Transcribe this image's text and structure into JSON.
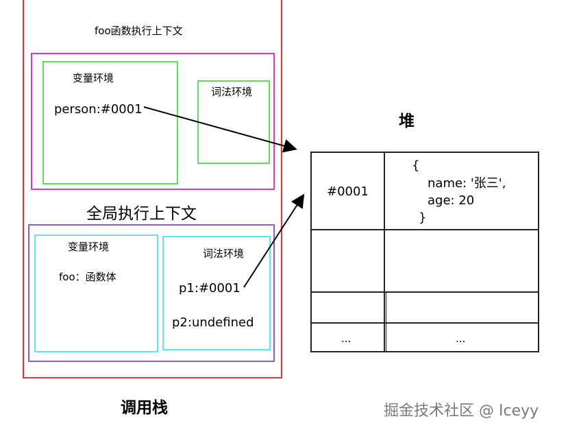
{
  "call_stack": {
    "title": "调用栈",
    "foo_context": {
      "title": "foo函数执行上下文",
      "variable_env": {
        "title": "变量环境",
        "entry": "person:#0001"
      },
      "lexical_env": {
        "title": "词法环境"
      }
    },
    "global_context": {
      "title": "全局执行上下文",
      "variable_env": {
        "title": "变量环境",
        "entry": "foo：函数体"
      },
      "lexical_env": {
        "title": "词法环境",
        "entries": [
          "p1:#0001",
          "p2:undefined"
        ]
      }
    }
  },
  "heap": {
    "title": "堆",
    "rows": [
      {
        "address": "#0001",
        "value_lines": [
          "{",
          "name: '张三',",
          "age: 20",
          "}"
        ]
      },
      {
        "address": "",
        "value_lines": []
      },
      {
        "address": "",
        "value_lines": []
      },
      {
        "address": "...",
        "value_lines": [
          "..."
        ]
      }
    ]
  },
  "watermark": "掘金技术社区 @ Iceyy",
  "colors": {
    "stack_border": "#e8323a",
    "foo_context_border": "#d93ad6",
    "foo_env_border": "#5fe05a",
    "global_context_border": "#8a5ad9",
    "global_env_border": "#63e3ee",
    "watermark": "#7a7a7a"
  }
}
